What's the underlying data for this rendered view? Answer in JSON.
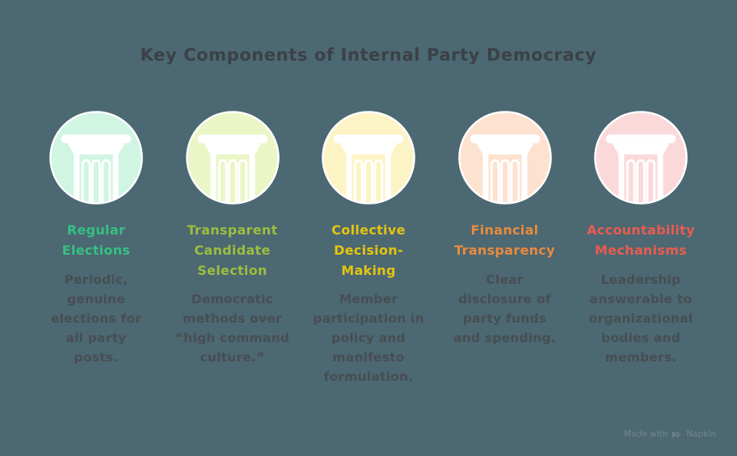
{
  "header": {
    "title": "Key Components of Internal Party Democracy",
    "color": "#3b4147"
  },
  "components": [
    {
      "title": "Regular\nElections",
      "title_color": "#35c181",
      "circle_color": "#d0f5e3",
      "description": "Periodic,\ngenuine\nelections for\nall party\nposts."
    },
    {
      "title": "Transparent\nCandidate\nSelection",
      "title_color": "#9cbe3e",
      "circle_color": "#eaf6c6",
      "description": "Democratic\nmethods over\n“high command\nculture.”"
    },
    {
      "title": "Collective\nDecision-\nMaking",
      "title_color": "#e4c50e",
      "circle_color": "#fdf4c5",
      "description": "Member\nparticipation in\npolicy and\nmanifesto\nformulation."
    },
    {
      "title": "Financial\nTransparency",
      "title_color": "#e98b3d",
      "circle_color": "#fde2cf",
      "description": "Clear\ndisclosure of\nparty funds\nand spending."
    },
    {
      "title": "Accountability\nMechanisms",
      "title_color": "#ea5b4f",
      "circle_color": "#fbd9db",
      "description": "Leadership\nanswerable to\norganizational\nbodies and\nmembers."
    }
  ],
  "icon": {
    "semantic": "pillar-icon",
    "glyph_color": "#ffffff"
  },
  "body_text_color": "#474e53",
  "background_color": "#4c6872",
  "watermark": {
    "made_with": "Made with",
    "brand": "Napkin",
    "color": "#73858a"
  }
}
